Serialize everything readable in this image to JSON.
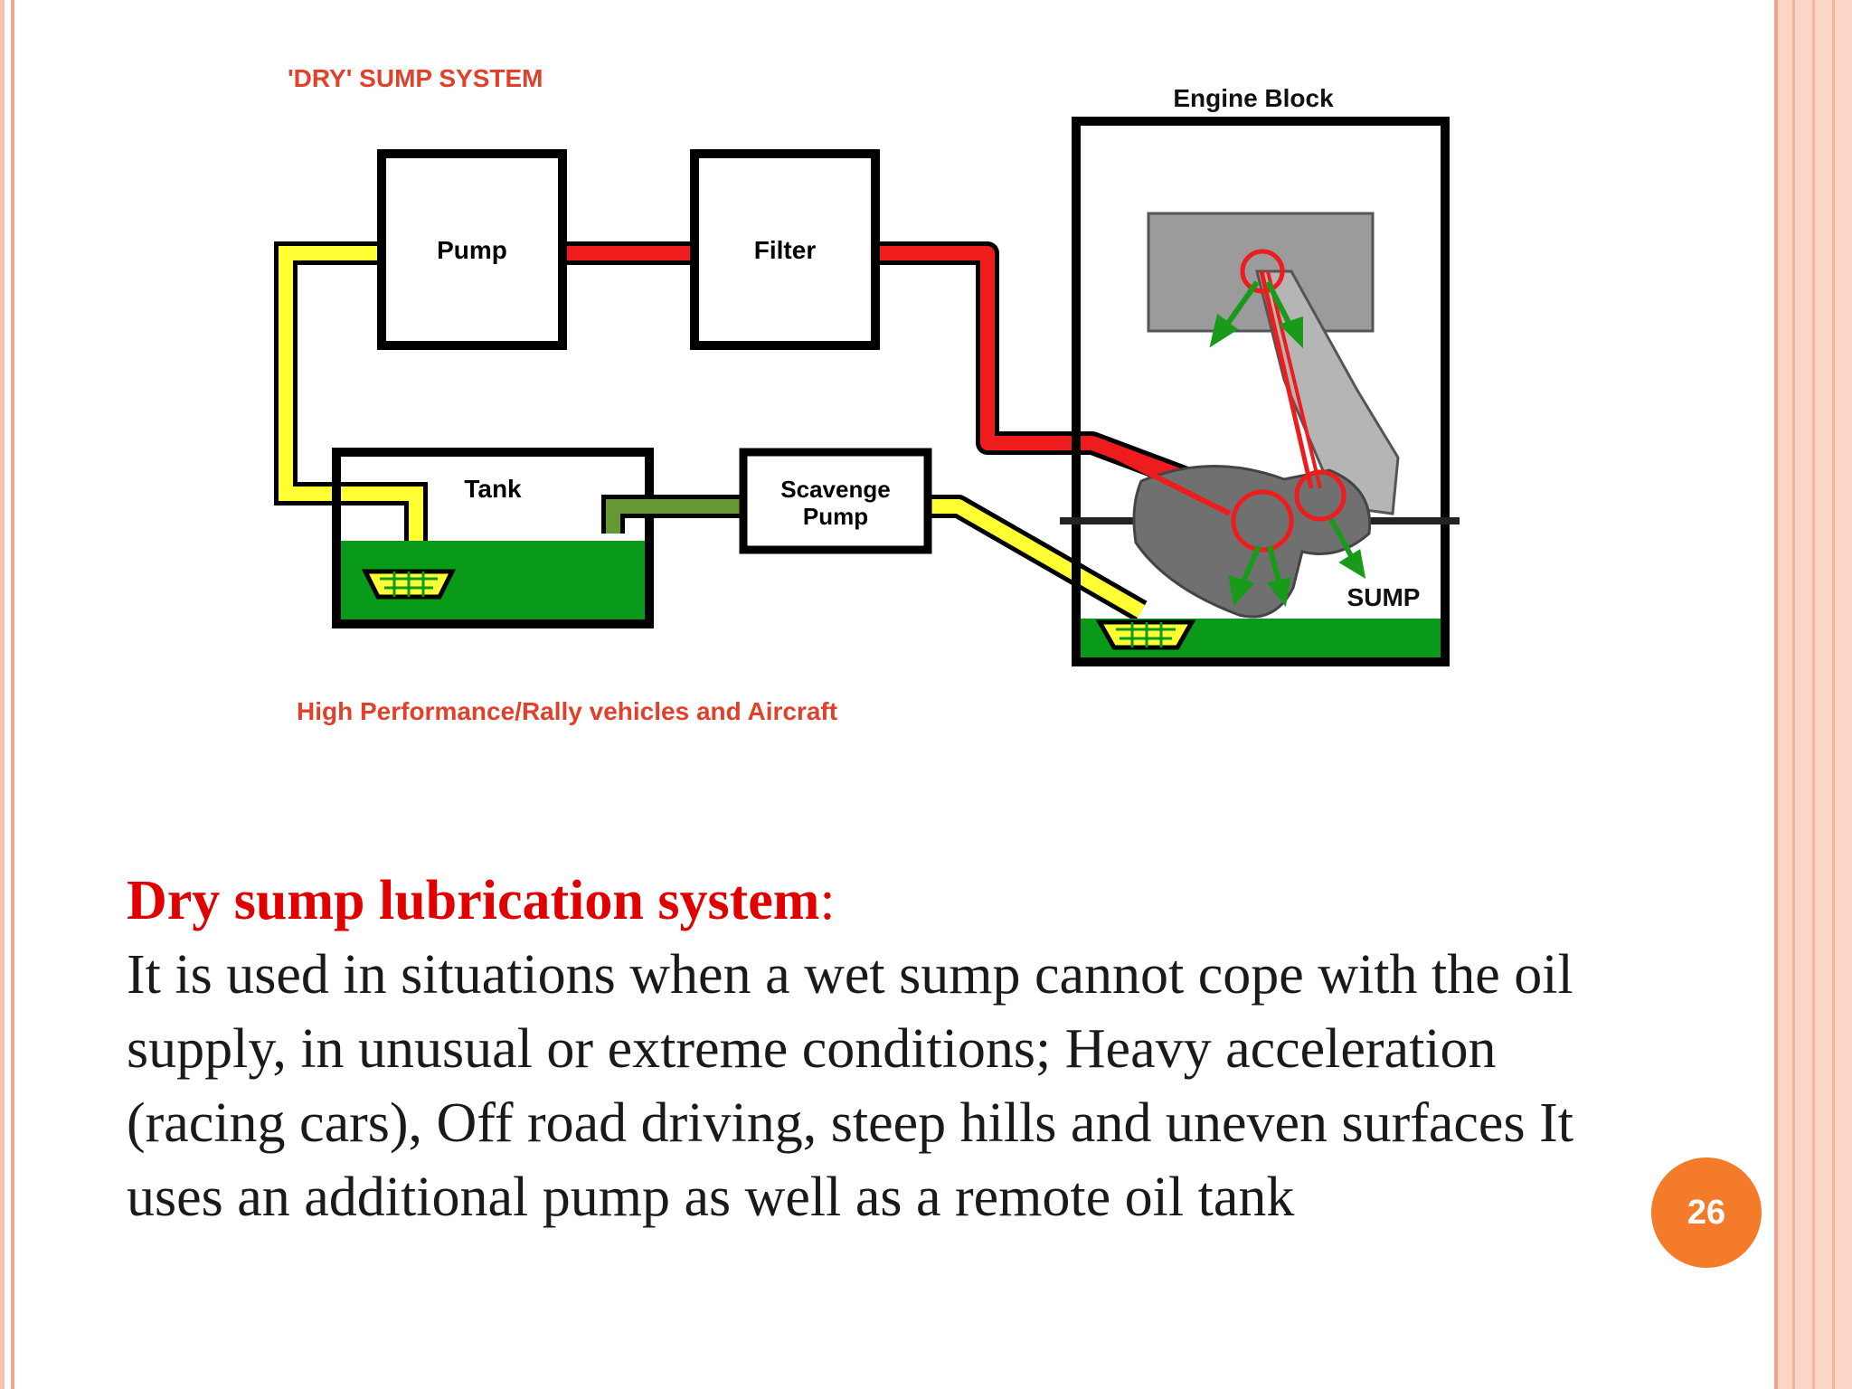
{
  "diagram": {
    "title": "'DRY' SUMP SYSTEM",
    "engine_block_label": "Engine Block",
    "pump_label": "Pump",
    "filter_label": "Filter",
    "tank_label": "Tank",
    "scavenge_label_line1": "Scavenge",
    "scavenge_label_line2": "Pump",
    "sump_label": "SUMP",
    "caption": "High Performance/Rally vehicles and Aircraft"
  },
  "text": {
    "heading": "Dry sump lubrication system",
    "heading_colon": ":",
    "body": "It is used in situations when a wet sump cannot cope with the oil supply, in unusual or extreme conditions; Heavy acceleration (racing cars), Off road driving, steep hills and uneven surfaces It uses an additional pump as well as a remote oil tank"
  },
  "page_number": "26",
  "colors": {
    "heading": "#e00000",
    "badge": "#f47b2a",
    "oil_green": "#0a9a1a",
    "supply_red": "#ee1c1c",
    "return_yellow": "#ffff33"
  }
}
